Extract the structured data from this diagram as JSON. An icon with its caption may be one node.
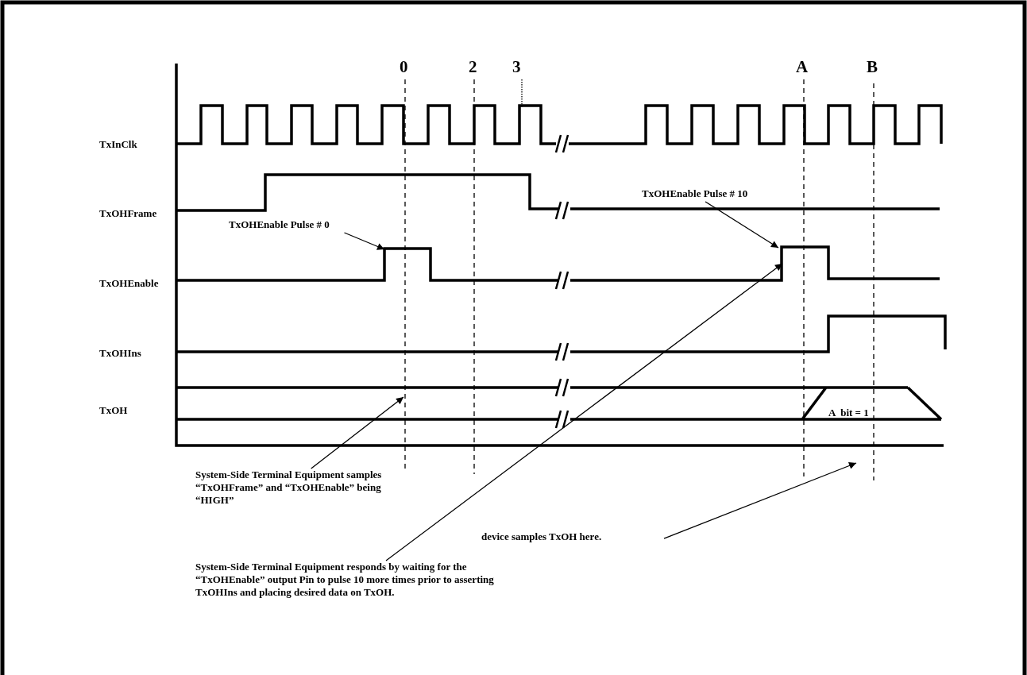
{
  "diagram": {
    "nodes": [
      {
        "text": [
          "TxOHEnable Pulse # 0"
        ]
      },
      {
        "text": [
          "TxOHEnable Pulse # 10"
        ]
      },
      {
        "text": [
          "System-Side Terminal Equipment samples “TxOHFrame” and “TxOHEnable” being “HIGH”"
        ]
      },
      {
        "text": [
          "System-Side Terminal Equipment responds by waiting for the “TxOHEnable” output Pin to pulse 10 more times prior to asserting TxOHIns and placing desired data on TxOH."
        ]
      },
      {
        "text": [
          "device samples TxOH here."
        ]
      }
    ],
    "edges": [
      {
        "from": 0,
        "to": null,
        "arrow": "to"
      },
      {
        "from": 1,
        "to": null,
        "arrow": "to"
      },
      {
        "from": 2,
        "to": null,
        "arrow": "to"
      },
      {
        "from": 3,
        "to": null,
        "arrow": "to"
      },
      {
        "from": 4,
        "to": null,
        "arrow": "to"
      }
    ],
    "labels": [
      "0",
      "2",
      "3",
      "A",
      "B",
      "TxInClk",
      "TxOHFrame",
      "TxOHEnable",
      "TxOHIns",
      "TxOH",
      "A  bit = 1"
    ]
  }
}
